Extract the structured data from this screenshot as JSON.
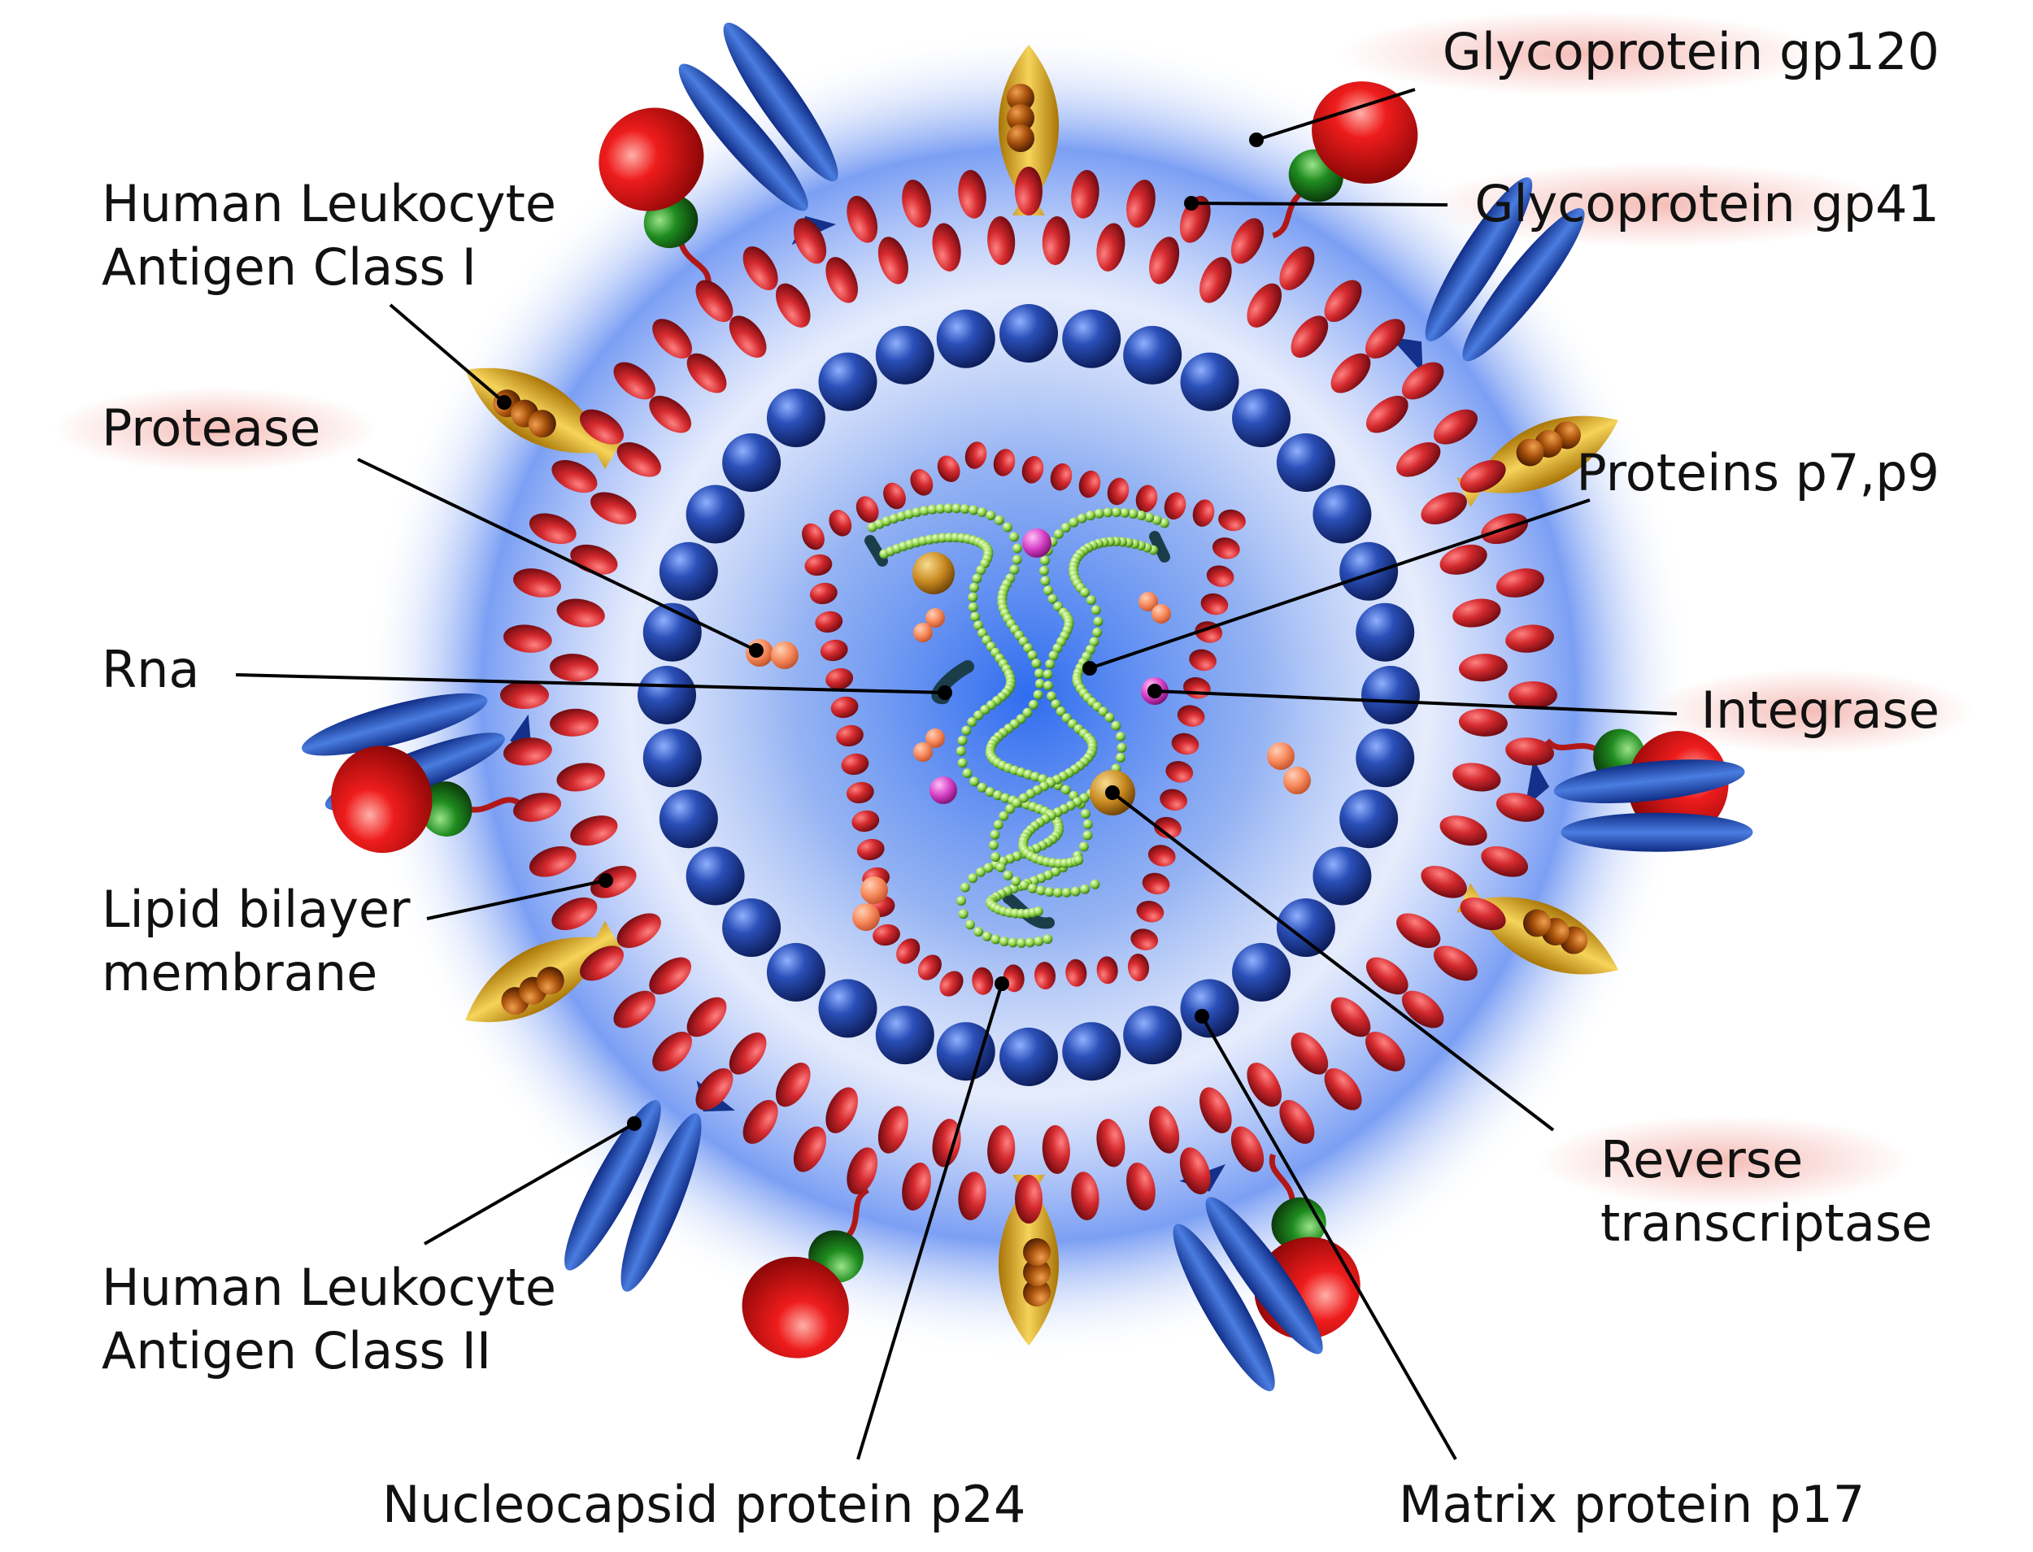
{
  "labels": {
    "gp120": "Glycoprotein  gp120",
    "gp41": "Glycoprotein gp41",
    "hla1_line1": "Human Leukocyte",
    "hla1_line2": "Antigen Class I",
    "protease": "Protease",
    "p7p9": "Proteins p7,p9",
    "rna": "Rna",
    "integrase": "Integrase",
    "lipid_line1": "Lipid bilayer",
    "lipid_line2": "membrane",
    "rt_line1": "Reverse",
    "rt_line2": "transcriptase",
    "hla2_line1": "Human Leukocyte",
    "hla2_line2": "Antigen Class II",
    "p24": "Nucleocapsid protein p24",
    "p17": "Matrix protein p17"
  },
  "colors": {
    "highlight": "#f4b6b0",
    "envelope_bead": "#c8232c",
    "matrix_bead": "#1f3f9e",
    "capsid_bead": "#c8232c",
    "glow": "#2f6cf0",
    "gp120": "#e01010",
    "gp41": "#1d8a1d",
    "hla": "#1f4fb5",
    "gold_spike": "#d7a417",
    "rna": "#9fe05a",
    "enzyme": "#f58a5a",
    "integrase": "#d940c8"
  }
}
